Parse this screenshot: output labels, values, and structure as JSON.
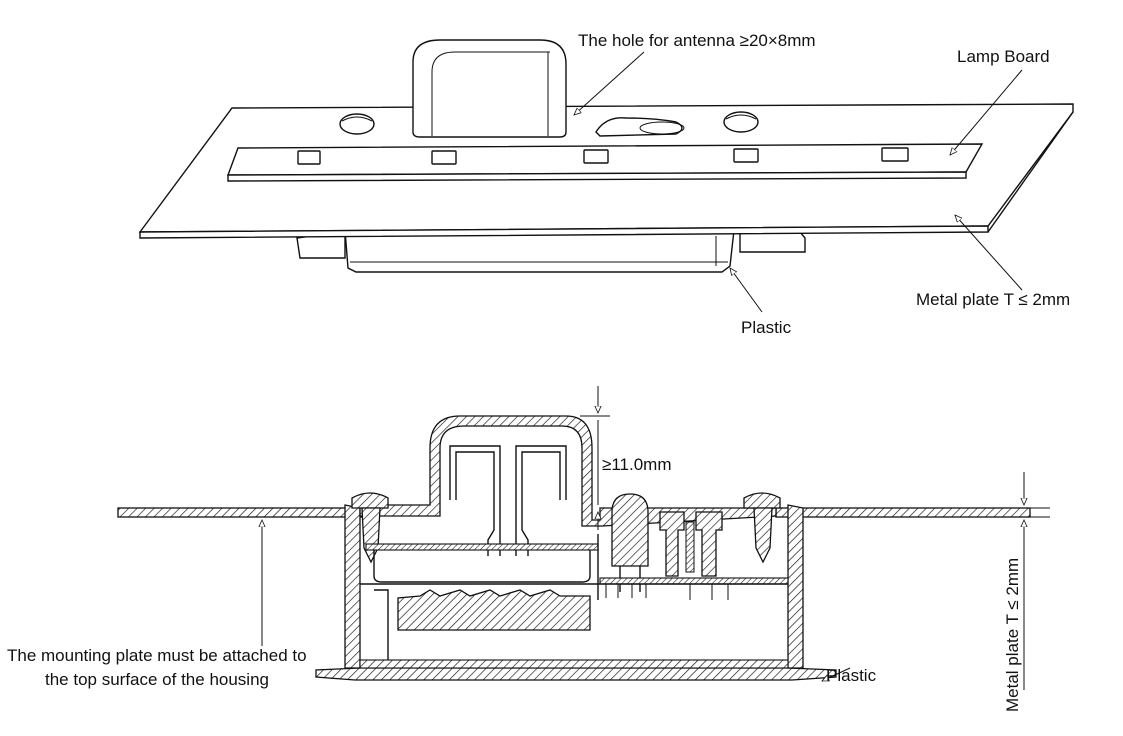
{
  "top_view": {
    "antenna_hole_label": "The hole for antenna ≥20×8mm",
    "lamp_board_label": "Lamp Board",
    "metal_plate_label": "Metal plate T ≤ 2mm",
    "plastic_label": "Plastic"
  },
  "section_view": {
    "height_label": "≥11.0mm",
    "mounting_note_line1": "The mounting plate must be attached to",
    "mounting_note_line2": "the top surface of the housing",
    "plastic_label": "Plastic",
    "metal_plate_label": "Metal plate T ≤ 2mm"
  }
}
